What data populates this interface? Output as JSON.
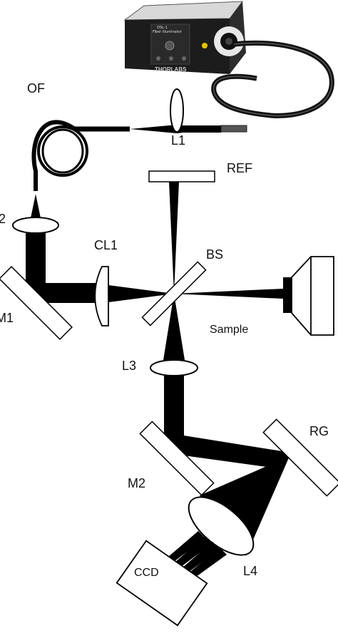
{
  "labels": {
    "of": "OF",
    "l1": "L1",
    "ref": "REF",
    "l2": "2",
    "cl1": "CL1",
    "bs": "BS",
    "m1": "M1",
    "sample": "Sample",
    "l3": "L3",
    "rg": "RG",
    "m2": "M2",
    "l4": "L4",
    "ccd": "CCD"
  },
  "source_box": {
    "brand": "THORLABS"
  },
  "colors": {
    "beam": "#000000",
    "outline": "#000000",
    "fill": "#ffffff",
    "source_body": "#1c1c1c"
  }
}
